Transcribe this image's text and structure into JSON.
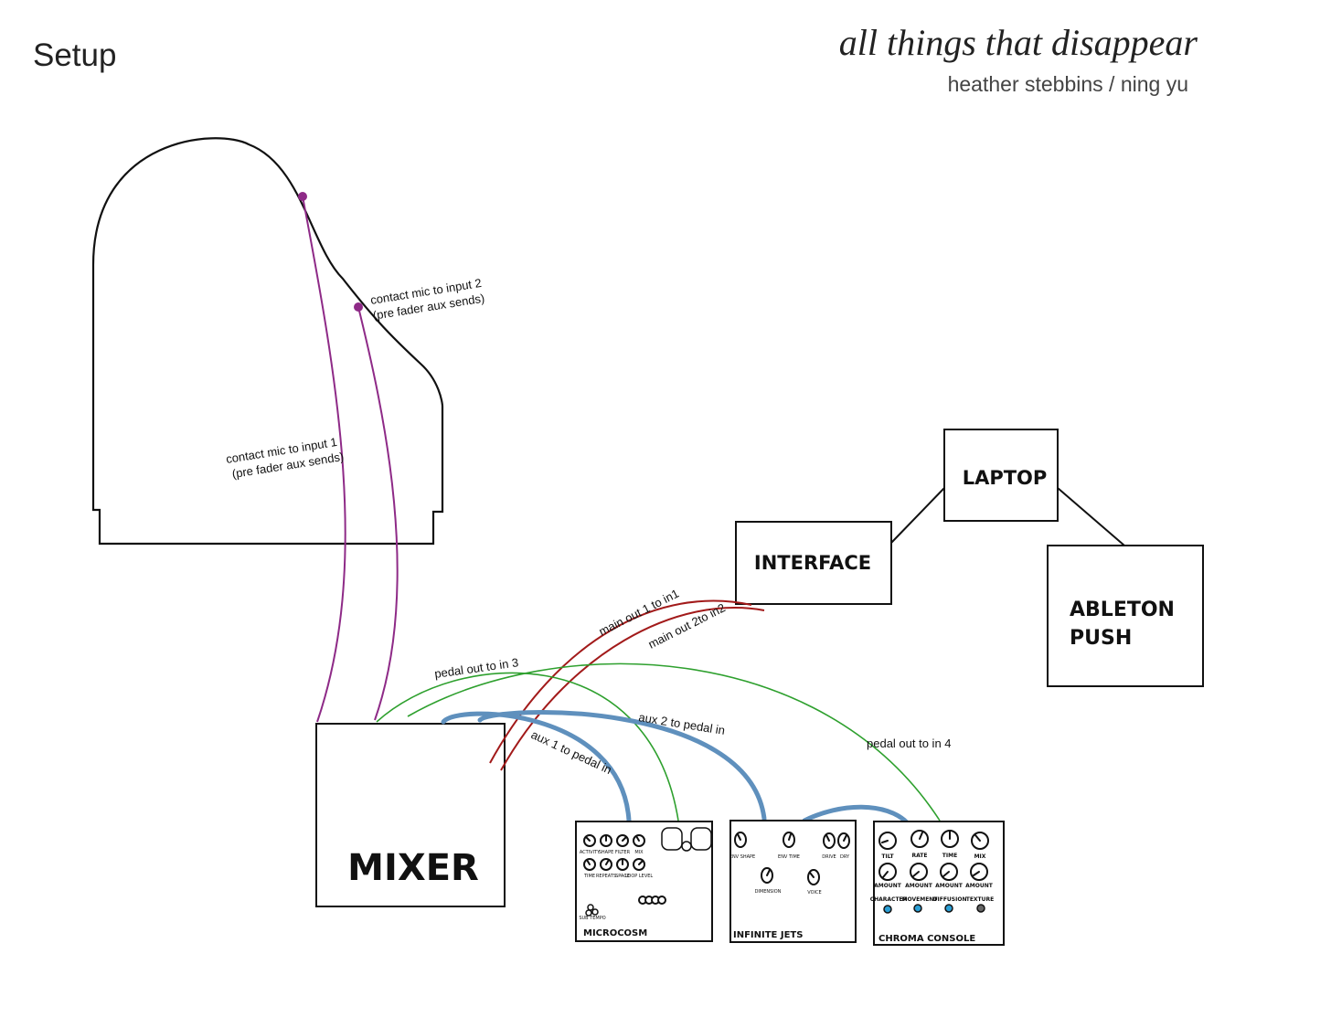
{
  "header": {
    "page_title": "Setup",
    "piece_title": "all things that disappear",
    "credits": "heather stebbins / ning yu"
  },
  "devices": {
    "laptop": "LAPTOP",
    "interface": "INTERFACE",
    "ableton_line1": "ABLETON",
    "ableton_line2": "PUSH",
    "mixer": "MIXER"
  },
  "cables": {
    "mic1_line1": "contact mic to input 1",
    "mic1_line2": "(pre fader aux sends)",
    "mic2_line1": "contact mic to input 2",
    "mic2_line2": "(pre fader aux sends)",
    "main_out_1": "main out 1 to in1",
    "main_out_2": "main out 2to in2",
    "pedal_out_3": "pedal out to in 3",
    "pedal_out_4": "pedal out to in 4",
    "aux_1": "aux 1 to pedal in",
    "aux_2": "aux 2 to pedal in"
  },
  "pedals": {
    "microcosm": {
      "name": "MICROCOSM",
      "knobs_row1": [
        "ACTIVITY",
        "SHAPE",
        "FILTER",
        "MIX"
      ],
      "knobs_row2": [
        "TIME",
        "REPEATS",
        "SPACE",
        "LOOP LEVEL"
      ],
      "sub_tempo": "SUB TEMPO"
    },
    "infinite_jets": {
      "name": "INFINITE JETS",
      "knobs": [
        "ENV SHAPE",
        "ENV TIME",
        "DRIVE",
        "DRY",
        "DIMENSION",
        "VOICE"
      ]
    },
    "chroma_console": {
      "name": "CHROMA CONSOLE",
      "knobs_row1": [
        "TILT",
        "RATE",
        "TIME",
        "MIX"
      ],
      "knobs_row2": [
        "AMOUNT",
        "AMOUNT",
        "AMOUNT",
        "AMOUNT"
      ],
      "buttons": [
        "CHARACTER",
        "MOVEMENT",
        "DIFFUSION",
        "TEXTURE"
      ]
    }
  },
  "colors": {
    "purple": "#8e2a87",
    "green": "#2ea02e",
    "red": "#a21a1a",
    "blue": "#5f90bd",
    "led_blue": "#2a9fd6"
  }
}
